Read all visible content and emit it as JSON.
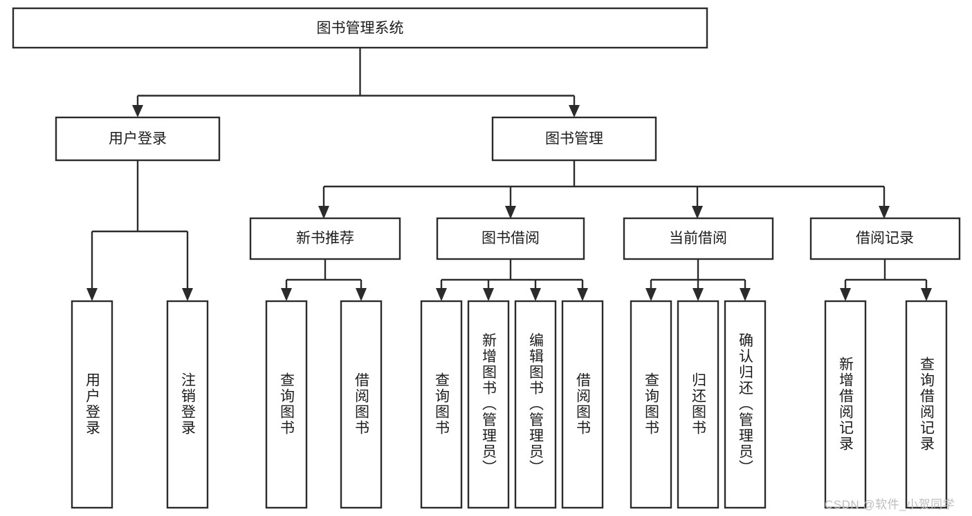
{
  "diagram": {
    "type": "tree-hierarchy",
    "title": "图书管理系统",
    "background_color": "#ffffff",
    "box_stroke_color": "#2b2b2b",
    "box_fill_color": "#ffffff",
    "text_color": "#1c1c1c",
    "levels": {
      "root": {
        "label": "图书管理系统"
      },
      "level2": [
        {
          "label": "用户登录"
        },
        {
          "label": "图书管理"
        }
      ],
      "level3": [
        {
          "label": "新书推荐"
        },
        {
          "label": "图书借阅"
        },
        {
          "label": "当前借阅"
        },
        {
          "label": "借阅记录"
        }
      ],
      "leaves": {
        "user_login": [
          {
            "label": "用户登录"
          },
          {
            "label": "注销登录"
          }
        ],
        "new_book_recommend": [
          {
            "label": "查询图书"
          },
          {
            "label": "借阅图书"
          }
        ],
        "book_borrow": [
          {
            "label": "查询图书"
          },
          {
            "label": "新增图书（管理员）"
          },
          {
            "label": "编辑图书（管理员）"
          },
          {
            "label": "借阅图书"
          }
        ],
        "current_borrow": [
          {
            "label": "查询图书"
          },
          {
            "label": "归还图书"
          },
          {
            "label": "确认归还（管理员）"
          }
        ],
        "borrow_record": [
          {
            "label": "新增借阅记录"
          },
          {
            "label": "查询借阅记录"
          }
        ]
      }
    }
  },
  "watermark": {
    "text": "CSDN @软件_小贺同学",
    "color": "#bdbdbd"
  }
}
